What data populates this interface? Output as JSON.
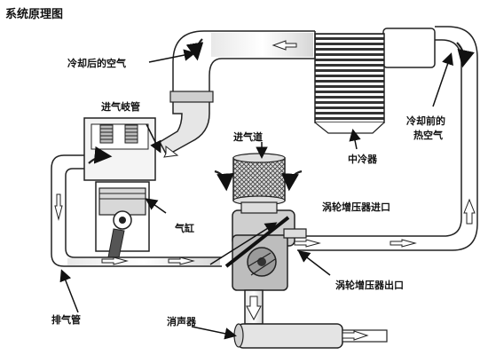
{
  "title": "系统原理图",
  "labels": {
    "cooled_air": "冷却后的空气",
    "intake_manifold": "进气岐管",
    "intake_duct": "进气道",
    "intercooler": "中冷器",
    "hot_air_line1": "冷却前的",
    "hot_air_line2": "热空气",
    "turbo_inlet": "涡轮增压器进口",
    "cylinder": "气缸",
    "turbo_outlet": "涡轮增压器出口",
    "exhaust_pipe": "排气管",
    "muffler": "消声器"
  },
  "colors": {
    "line": "#222222",
    "fill_light": "#f2f2f2",
    "fill_mid": "#bdbdbd",
    "fill_dark": "#555555"
  },
  "icons": [
    "flow-arrow-icon",
    "callout-arrow-icon"
  ]
}
